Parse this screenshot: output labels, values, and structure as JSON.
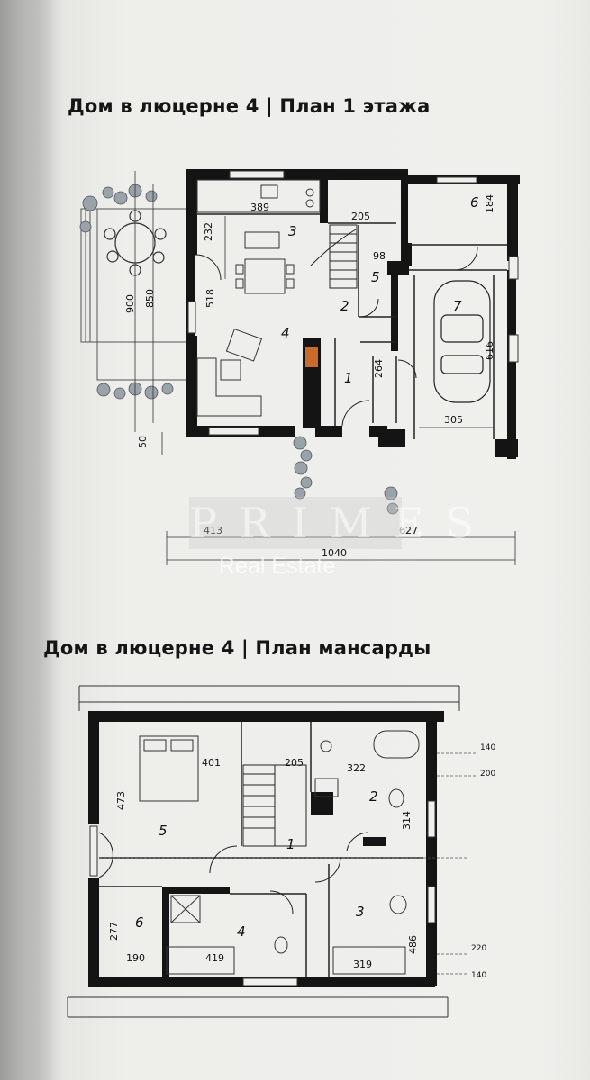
{
  "plan1": {
    "title": "Дом в люцерне 4 | План 1 этажа",
    "rooms": [
      {
        "id": "3",
        "label": "3"
      },
      {
        "id": "4",
        "label": "4"
      },
      {
        "id": "2",
        "label": "2"
      },
      {
        "id": "5",
        "label": "5"
      },
      {
        "id": "1",
        "label": "1"
      },
      {
        "id": "6",
        "label": "6"
      },
      {
        "id": "7",
        "label": "7"
      }
    ],
    "dimensions": [
      "389",
      "205",
      "232",
      "98",
      "184",
      "518",
      "900",
      "850",
      "264",
      "616",
      "305",
      "50",
      "413",
      "627",
      "1040"
    ]
  },
  "plan2": {
    "title": "Дом в люцерне 4 | План мансарды",
    "rooms": [
      {
        "id": "5",
        "label": "5"
      },
      {
        "id": "1",
        "label": "1"
      },
      {
        "id": "2",
        "label": "2"
      },
      {
        "id": "6",
        "label": "6"
      },
      {
        "id": "4",
        "label": "4"
      },
      {
        "id": "3",
        "label": "3"
      }
    ],
    "dimensions": [
      "401",
      "205",
      "322",
      "473",
      "314",
      "277",
      "190",
      "419",
      "319",
      "486",
      "140",
      "200",
      "220",
      "140"
    ]
  },
  "watermark": {
    "brand": "PRIMES",
    "subtitle": "Real Estate"
  }
}
